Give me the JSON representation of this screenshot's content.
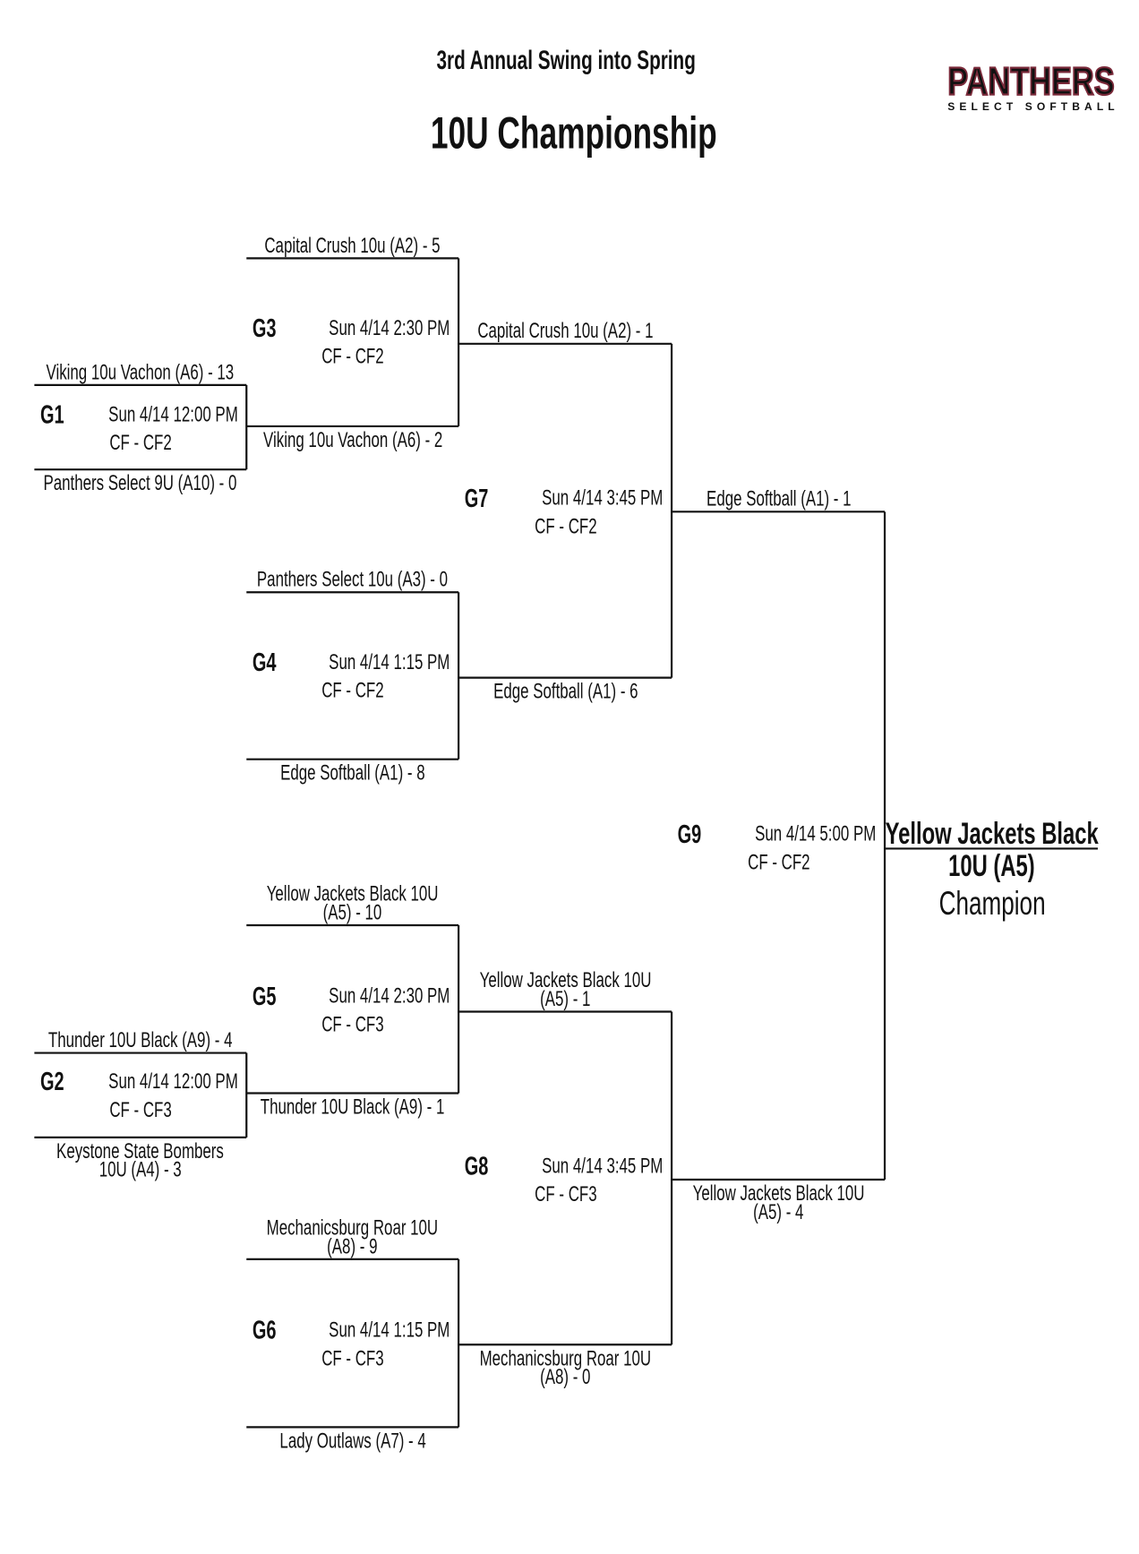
{
  "header": {
    "subtitle": "3rd Annual Swing into Spring",
    "title": "10U Championship",
    "logo_text": "PANTHERS",
    "logo_subtext": "SELECT SOFTBALL",
    "logo_colors": {
      "fill": "#111111",
      "outline": "#7a2a3a"
    }
  },
  "games": {
    "G1": {
      "id": "G1",
      "time": "Sun 4/14  12:00 PM",
      "field": "CF - CF2",
      "top": "Viking 10u Vachon (A6) - 13",
      "bottom": "Panthers Select 9U (A10) - 0"
    },
    "G2": {
      "id": "G2",
      "time": "Sun 4/14  12:00 PM",
      "field": "CF - CF3",
      "top": "Thunder 10U Black (A9) - 4",
      "bottom_l1": "Keystone State Bombers",
      "bottom_l2": "10U (A4) - 3"
    },
    "G3": {
      "id": "G3",
      "time": "Sun 4/14  2:30 PM",
      "field": "CF - CF2",
      "top": "Capital Crush 10u (A2) - 5",
      "bottom": "Viking 10u Vachon (A6) - 2"
    },
    "G4": {
      "id": "G4",
      "time": "Sun 4/14  1:15 PM",
      "field": "CF - CF2",
      "top": "Panthers Select 10u (A3) - 0",
      "bottom": "Edge Softball (A1) - 8"
    },
    "G5": {
      "id": "G5",
      "time": "Sun 4/14  2:30 PM",
      "field": "CF - CF3",
      "top_l1": "Yellow Jackets Black 10U",
      "top_l2": "(A5) - 10",
      "bottom": "Thunder 10U Black (A9) - 1"
    },
    "G6": {
      "id": "G6",
      "time": "Sun 4/14  1:15 PM",
      "field": "CF - CF3",
      "top_l1": "Mechanicsburg Roar 10U",
      "top_l2": "(A8) - 9",
      "bottom": "Lady Outlaws (A7) - 4"
    },
    "G7": {
      "id": "G7",
      "time": "Sun 4/14  3:45 PM",
      "field": "CF - CF2",
      "top": "Capital Crush 10u (A2) - 1",
      "bottom": "Edge Softball (A1) - 6"
    },
    "G8": {
      "id": "G8",
      "time": "Sun 4/14  3:45 PM",
      "field": "CF - CF3",
      "top_l1": "Yellow Jackets Black 10U",
      "top_l2": "(A5) - 1",
      "bottom_l1": "Mechanicsburg Roar 10U",
      "bottom_l2": "(A8) - 0"
    },
    "G9": {
      "id": "G9",
      "time": "Sun 4/14  5:00 PM",
      "field": "CF - CF2",
      "top": "Edge Softball (A1) - 1",
      "bottom_l1": "Yellow Jackets Black 10U",
      "bottom_l2": "(A5) - 4"
    }
  },
  "champion": {
    "name_l1": "Yellow Jackets Black",
    "name_l2": "10U (A5)",
    "label": "Champion"
  }
}
